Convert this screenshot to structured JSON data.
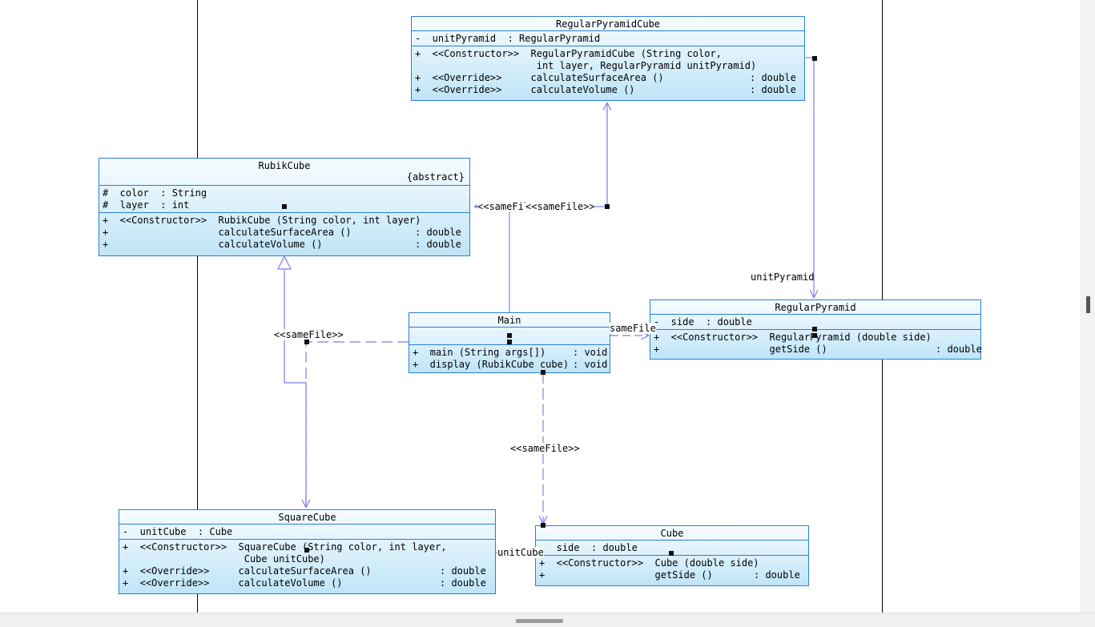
{
  "classes": {
    "regular_pyramid_cube": {
      "name": "RegularPyramidCube",
      "attributes": [
        "-  unitPyramid  : RegularPyramid"
      ],
      "ops": [
        {
          "l": "+  <<Constructor>>  RegularPyramidCube (String color,",
          "r": ""
        },
        {
          "l": "                     int layer, RegularPyramid unitPyramid)",
          "r": ""
        },
        {
          "l": "+  <<Override>>     calculateSurfaceArea ()",
          "r": ": double"
        },
        {
          "l": "+  <<Override>>     calculateVolume ()",
          "r": ": double"
        }
      ]
    },
    "rubik_cube": {
      "name": "RubikCube",
      "stereotype": "{abstract}",
      "attributes": [
        "#  color  : String",
        "#  layer  : int"
      ],
      "ops": [
        {
          "l": "+  <<Constructor>>  RubikCube (String color, int layer)",
          "r": ""
        },
        {
          "l": "+                   calculateSurfaceArea ()",
          "r": ": double"
        },
        {
          "l": "+                   calculateVolume ()",
          "r": ": double"
        }
      ]
    },
    "main": {
      "name": "Main",
      "attributes": [
        ""
      ],
      "ops": [
        {
          "l": "+  main (String args[])",
          "r": ": void"
        },
        {
          "l": "+  display (RubikCube cube)",
          "r": ": void"
        }
      ]
    },
    "regular_pyramid": {
      "name": "RegularPyramid",
      "attributes": [
        "-  side  : double"
      ],
      "ops": [
        {
          "l": "+  <<Constructor>>  RegularPyramid (double side)",
          "r": ""
        },
        {
          "l": "+                   getSide ()",
          "r": ": double"
        }
      ]
    },
    "square_cube": {
      "name": "SquareCube",
      "attributes": [
        "-  unitCube  : Cube"
      ],
      "ops": [
        {
          "l": "+  <<Constructor>>  SquareCube (String color, int layer,",
          "r": ""
        },
        {
          "l": "                     Cube unitCube)",
          "r": ""
        },
        {
          "l": "+  <<Override>>     calculateSurfaceArea ()",
          "r": ": double"
        },
        {
          "l": "+  <<Override>>     calculateVolume ()",
          "r": ": double"
        }
      ]
    },
    "cube": {
      "name": "Cube",
      "attributes": [
        "-  side  : double"
      ],
      "ops": [
        {
          "l": "+  <<Constructor>>  Cube (double side)",
          "r": ""
        },
        {
          "l": "+                   getSide ()",
          "r": ": double"
        }
      ]
    }
  },
  "labels": {
    "samefile_a": "<<sameFil",
    "samefile_b": "<<sameFile>>",
    "samefile_left": "<<sameFile>>",
    "samefile_right": "sameFile",
    "samefile_down": "<<sameFile>>",
    "unit_pyramid": "unitPyramid",
    "unit_cube": "unitCube"
  },
  "colors": {
    "border": "#2b7fd0",
    "fill_top": "#f7fcff",
    "fill_bottom": "#bfe5f8",
    "connector": "#7b7fe6"
  }
}
